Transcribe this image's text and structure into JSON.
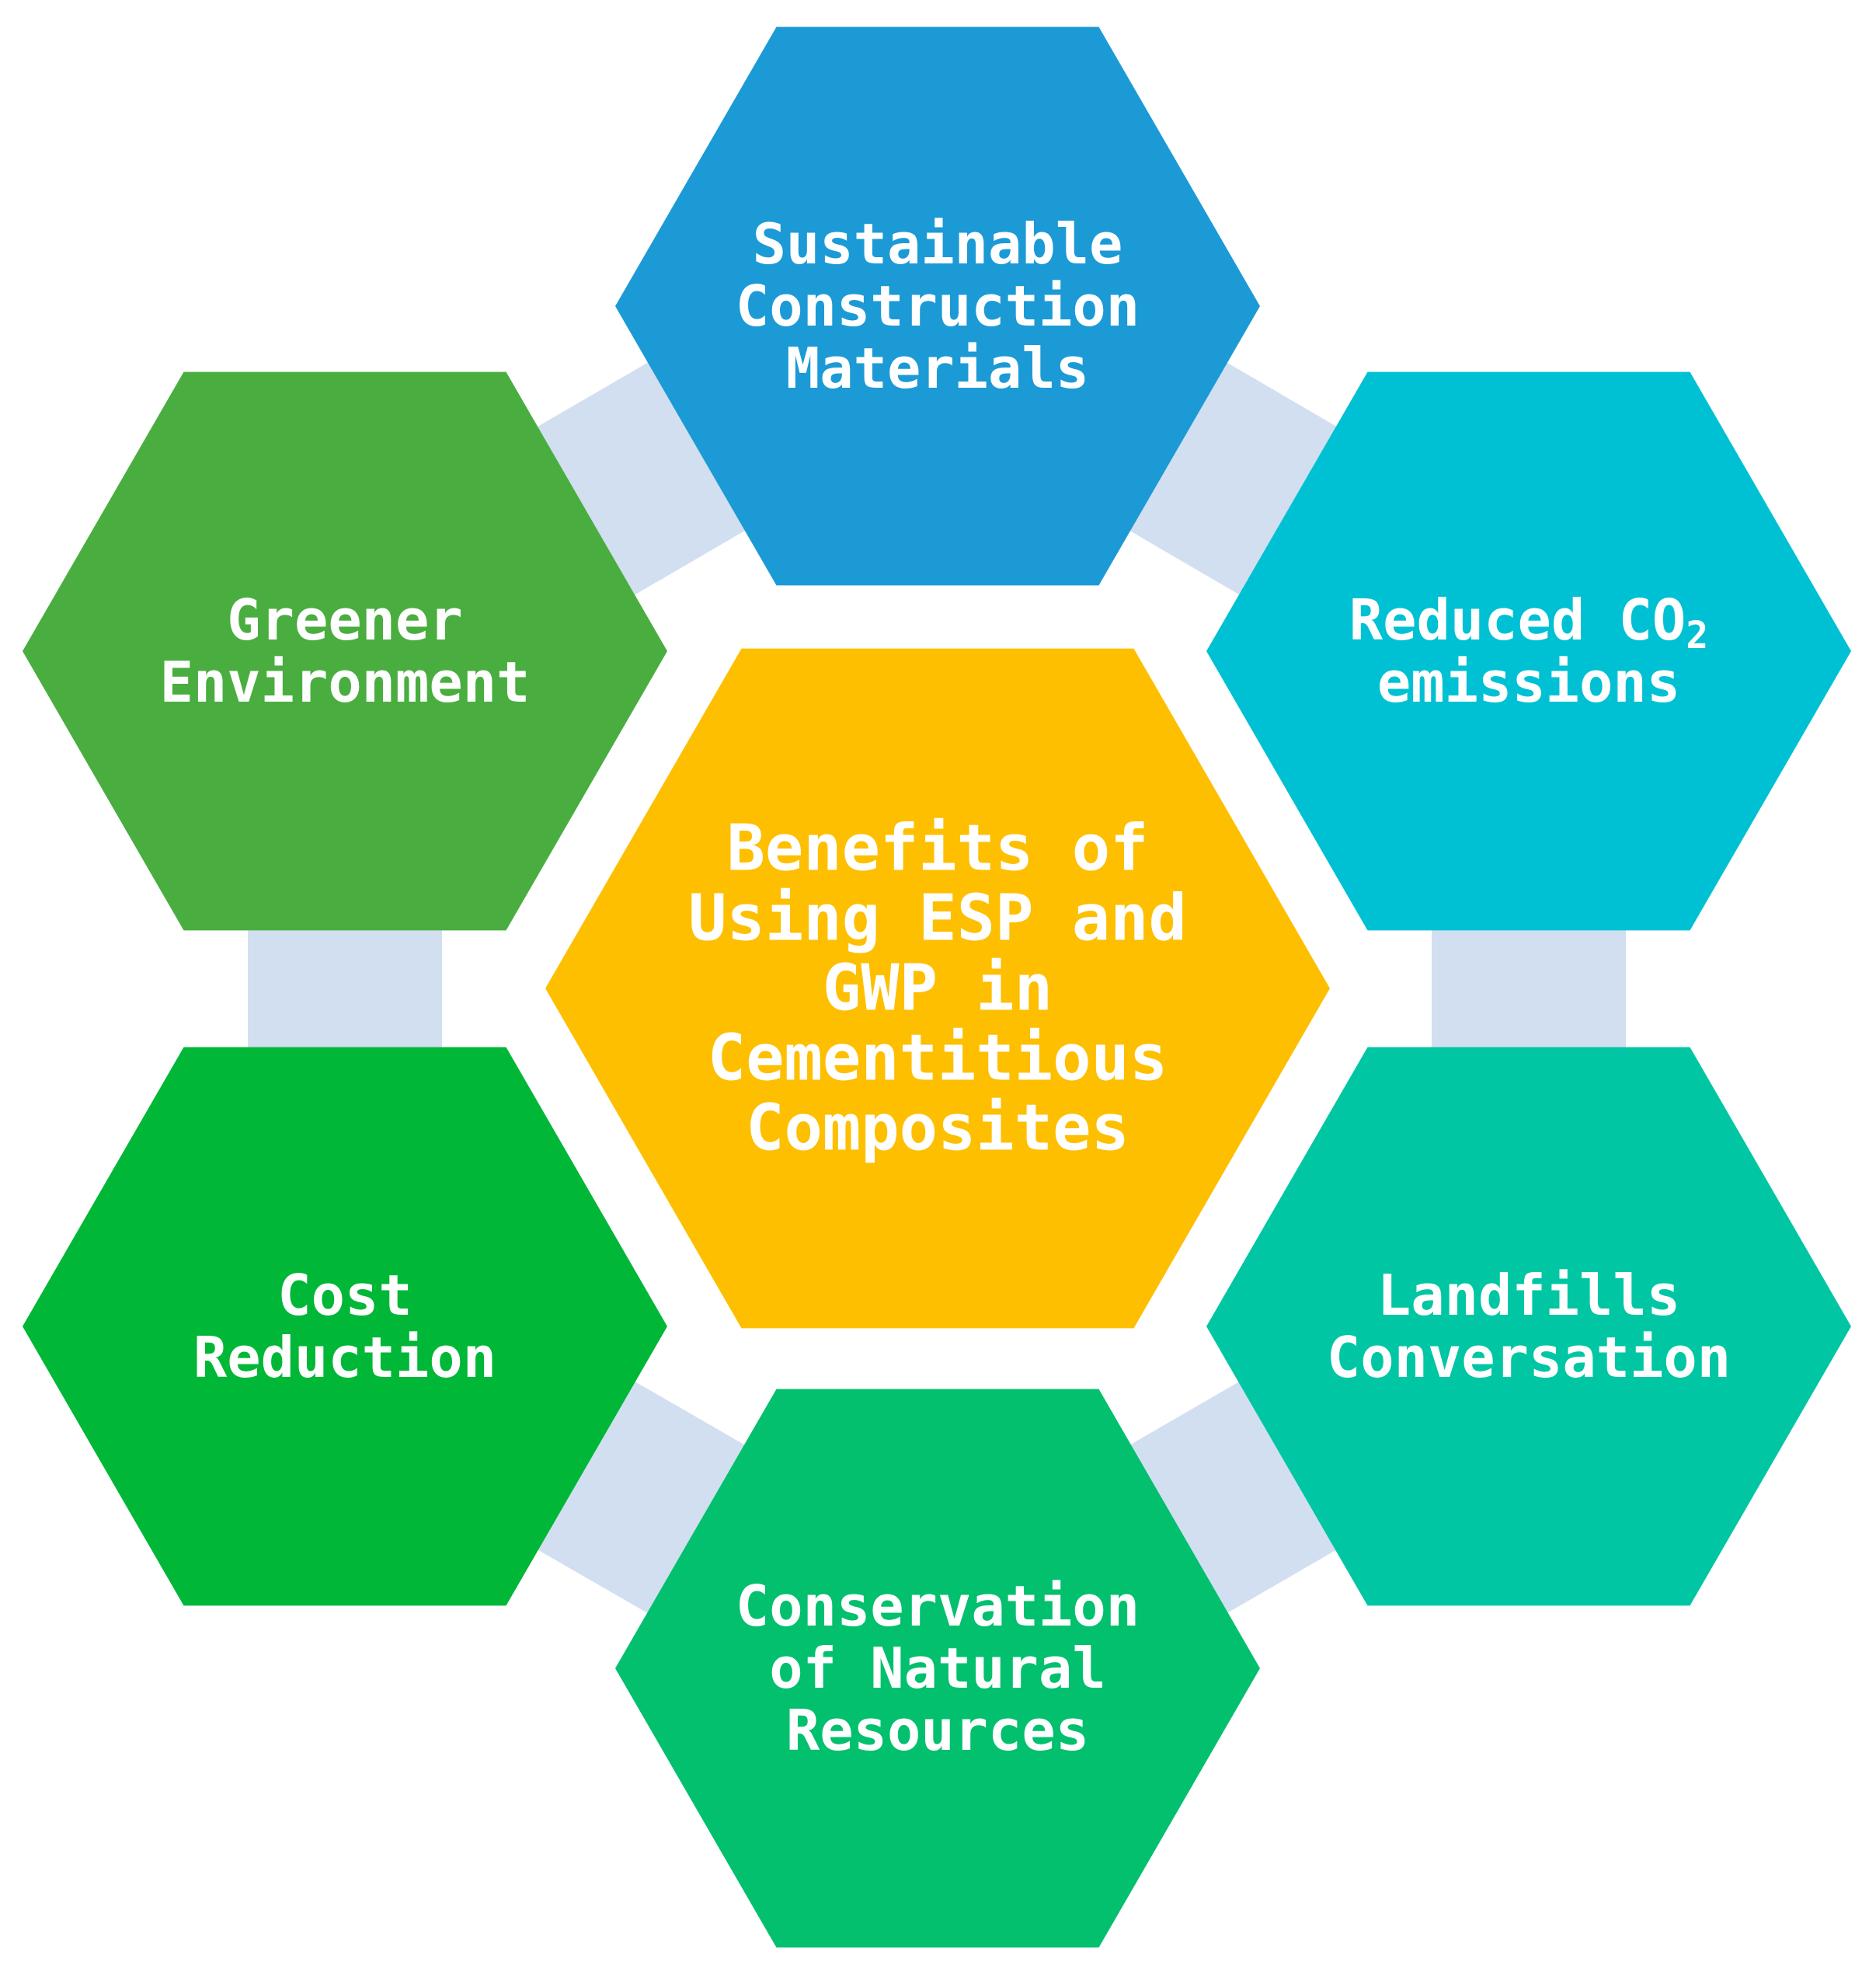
{
  "diagram": {
    "center": {
      "lines": [
        "Benefits of",
        "Using ESP and",
        "GWP in",
        "Cementitious",
        "Composites"
      ],
      "color": "#fdbf00"
    },
    "nodes": [
      {
        "id": "sustainable-construction-materials",
        "lines": [
          "Sustainable",
          "Construction",
          "Materials"
        ],
        "color": "#1b9ad6"
      },
      {
        "id": "reduced-co2-emissions",
        "lines": [
          "Reduced CO",
          "emissions"
        ],
        "subscript": "2",
        "color": "#00c1d4"
      },
      {
        "id": "landfills-conversation",
        "lines": [
          "Landfills",
          "Conversation"
        ],
        "color": "#00c6a3"
      },
      {
        "id": "conservation-of-natural-resources",
        "lines": [
          "Conservation",
          "of Natural",
          "Resources"
        ],
        "color": "#02c06e"
      },
      {
        "id": "cost-reduction",
        "lines": [
          "Cost",
          "Reduction"
        ],
        "color": "#01b737"
      },
      {
        "id": "greener-environment",
        "lines": [
          "Greener",
          "Environment"
        ],
        "color": "#49ae3f"
      }
    ],
    "connector_color": "#d1dff0"
  }
}
